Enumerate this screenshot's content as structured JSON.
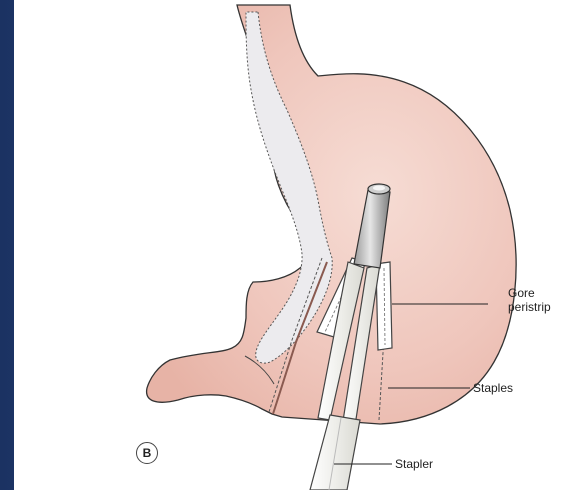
{
  "panel": {
    "letter": "B"
  },
  "labels": {
    "gore": "Gore",
    "peristrip": "peristrip",
    "staples": "Staples",
    "stapler": "Stapler"
  },
  "colors": {
    "frame": "#1e3766",
    "stomach_fill": "#eec0b6",
    "tube_fill": "#e9e7ec",
    "stapler_fill": "#f2f2ee"
  }
}
